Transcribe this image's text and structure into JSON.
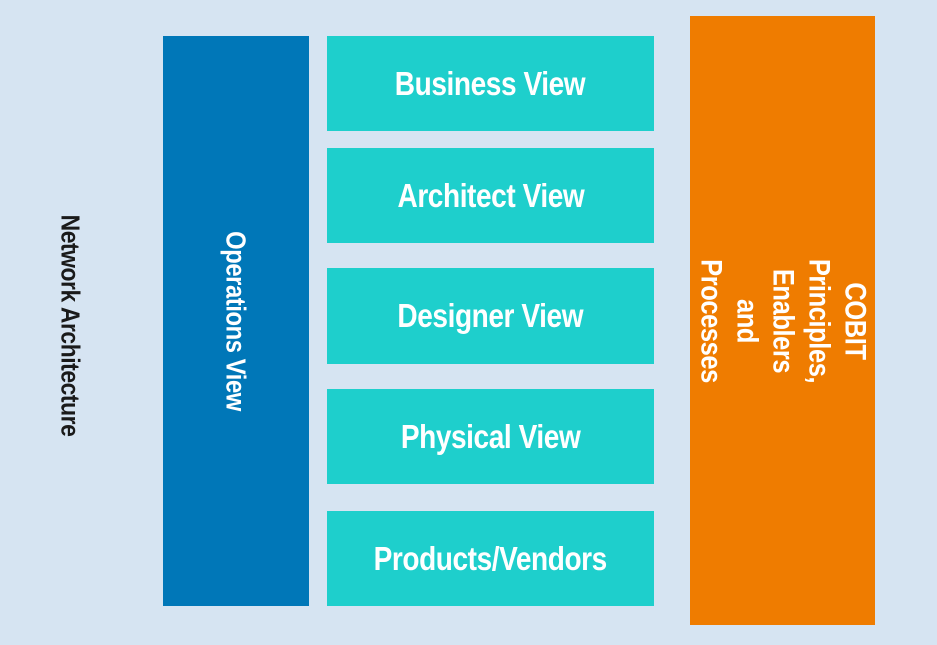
{
  "diagram": {
    "side_title": "Network Architecture",
    "operations_view": "Operations View",
    "views": [
      "Business View",
      "Architect View",
      "Designer View",
      "Physical View",
      "Products/Vendors"
    ],
    "cobit": {
      "line1": "COBIT Principles, Enablers",
      "line2": "and Processes"
    },
    "colors": {
      "background": "#d6e4f2",
      "operations": "#0077b8",
      "views": "#1ecfcc",
      "cobit": "#ef7c00",
      "title_text": "#1a1a1a"
    }
  }
}
